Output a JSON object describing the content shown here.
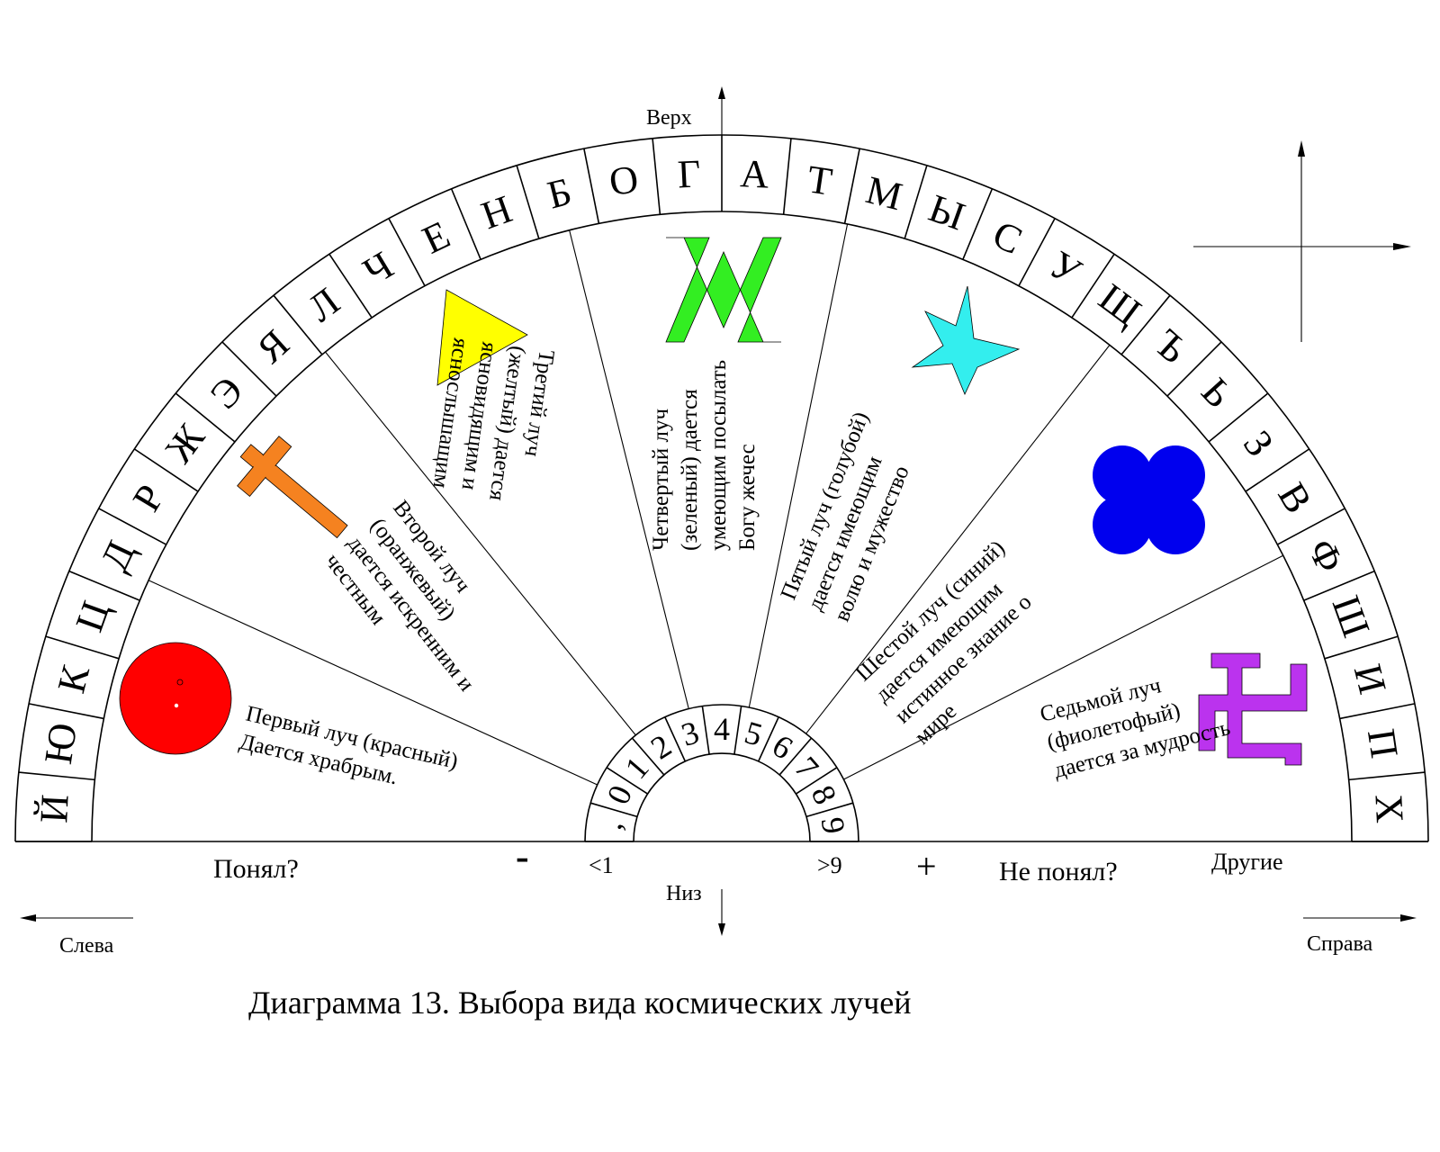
{
  "letters_left": [
    "Й",
    "Ю",
    "К",
    "Ц",
    "Д",
    "Р",
    "Ж",
    "Э",
    "Я",
    "Л",
    "Ч",
    "Е",
    "Н",
    "Б",
    "О",
    "Г"
  ],
  "letters_right": [
    "А",
    "Т",
    "М",
    "Ы",
    "С",
    "У",
    "Щ",
    "Ъ",
    "Ь",
    "З",
    "В",
    "Ф",
    "Ш",
    "И",
    "П",
    "Х"
  ],
  "digits": [
    ",",
    "0",
    "1",
    "2",
    "3",
    "4",
    "5",
    "6",
    "7",
    "8",
    "9"
  ],
  "rays": [
    {
      "lines": [
        "Первый луч (красный)",
        "Дается храбрым."
      ],
      "color": "#ff0000",
      "shape": "circle"
    },
    {
      "lines": [
        "Второй луч",
        "(оранжевый)",
        "дается искренним и",
        "честным"
      ],
      "color": "#f58220",
      "shape": "cross"
    },
    {
      "lines": [
        "Третий луч",
        "(желтый) дается",
        "ясновидящим и",
        "яснослышащим"
      ],
      "color": "#ffff00",
      "shape": "triangle"
    },
    {
      "lines": [
        "Четвертый луч",
        "(зеленый) дается",
        "умеющим посылать",
        "Богу жечес"
      ],
      "color": "#33ee22",
      "shape": "double-chevron"
    },
    {
      "lines": [
        "Пятый луч (голубой)",
        "дается имеющим",
        "волю и мужество"
      ],
      "color": "#33eeee",
      "shape": "star"
    },
    {
      "lines": [
        "Шестой луч (синий)",
        "дается имеющим",
        "истинное знание о",
        "мире"
      ],
      "color": "#0000ee",
      "shape": "cloud"
    },
    {
      "lines": [
        "Седьмой луч",
        "(фиолетофый)",
        "дается за мудрость"
      ],
      "color": "#bb33ee",
      "shape": "swastika"
    }
  ],
  "labels": {
    "top": "Верх",
    "bottom": "Низ",
    "left": "Слева",
    "right": "Справа",
    "understood": "Понял?",
    "not_understood": "Не понял?",
    "minus": "-",
    "plus": "+",
    "less_one": "<1",
    "more_nine": ">9",
    "others": "Другие"
  },
  "caption": "Диаграмма 13. Выбора вида космических лучей"
}
